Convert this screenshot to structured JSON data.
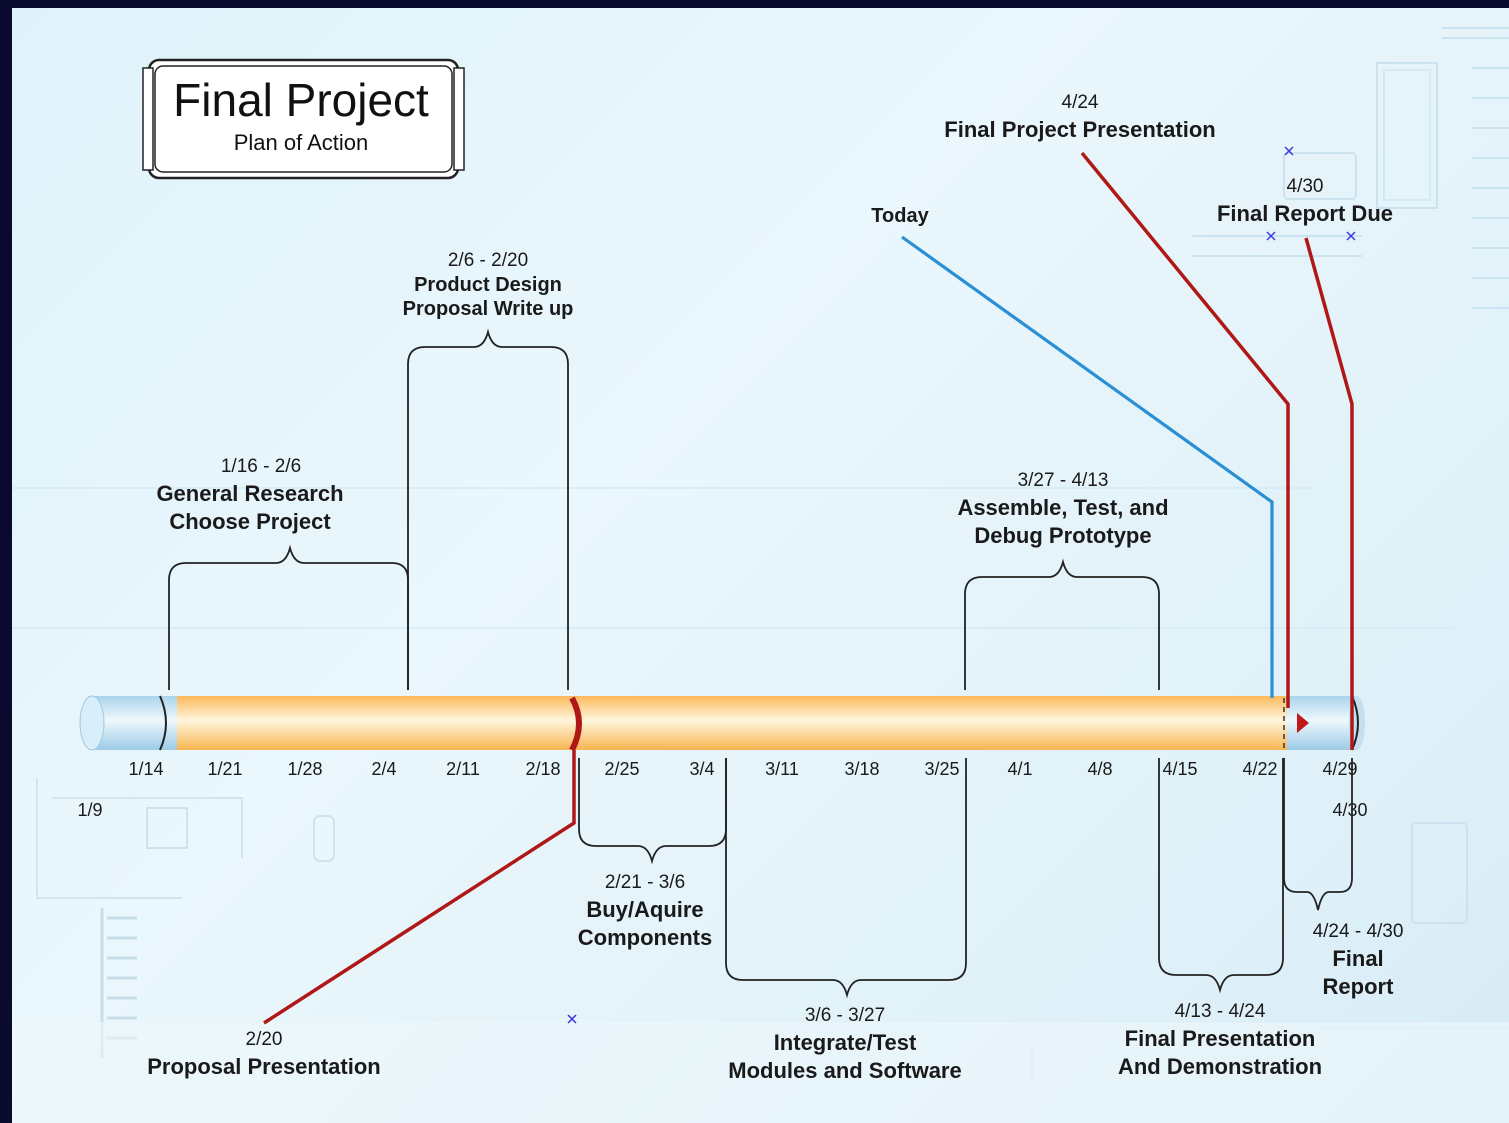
{
  "title": {
    "main": "Final Project",
    "sub": "Plan of Action"
  },
  "timeline": {
    "start_label": "1/9",
    "end_label": "4/30",
    "ticks": [
      "1/14",
      "1/21",
      "1/28",
      "2/4",
      "2/11",
      "2/18",
      "2/25",
      "3/4",
      "3/11",
      "3/18",
      "3/25",
      "4/1",
      "4/8",
      "4/15",
      "4/22",
      "4/29"
    ]
  },
  "today": {
    "label": "Today"
  },
  "intervals": [
    {
      "id": "research",
      "dates": "1/16 - 2/6",
      "lines": [
        "General Research",
        "Choose Project"
      ]
    },
    {
      "id": "design",
      "dates": "2/6 - 2/20",
      "lines": [
        "Product Design",
        "Proposal Write up"
      ]
    },
    {
      "id": "assemble",
      "dates": "3/27 - 4/13",
      "lines": [
        "Assemble, Test, and",
        "Debug Prototype"
      ]
    },
    {
      "id": "buy",
      "dates": "2/21 - 3/6",
      "lines": [
        "Buy/Aquire",
        "Components"
      ]
    },
    {
      "id": "integrate",
      "dates": "3/6 - 3/27",
      "lines": [
        "Integrate/Test",
        "Modules and Software"
      ]
    },
    {
      "id": "final-presentation",
      "dates": "4/13 - 4/24",
      "lines": [
        "Final Presentation",
        "And Demonstration"
      ]
    },
    {
      "id": "final-report",
      "dates": "4/24 - 4/30",
      "lines": [
        "Final",
        "Report"
      ]
    }
  ],
  "milestones": [
    {
      "id": "proposal-presentation",
      "date": "2/20",
      "label": "Proposal Presentation"
    },
    {
      "id": "final-project-presentation",
      "date": "4/24",
      "label": "Final Project Presentation"
    },
    {
      "id": "final-report-due",
      "date": "4/30",
      "label": "Final Report Due"
    }
  ],
  "colors": {
    "milestone": "#b01818",
    "today": "#2a8fd4",
    "bar": "#fcc870",
    "bar_end": "#bfe0f2"
  }
}
